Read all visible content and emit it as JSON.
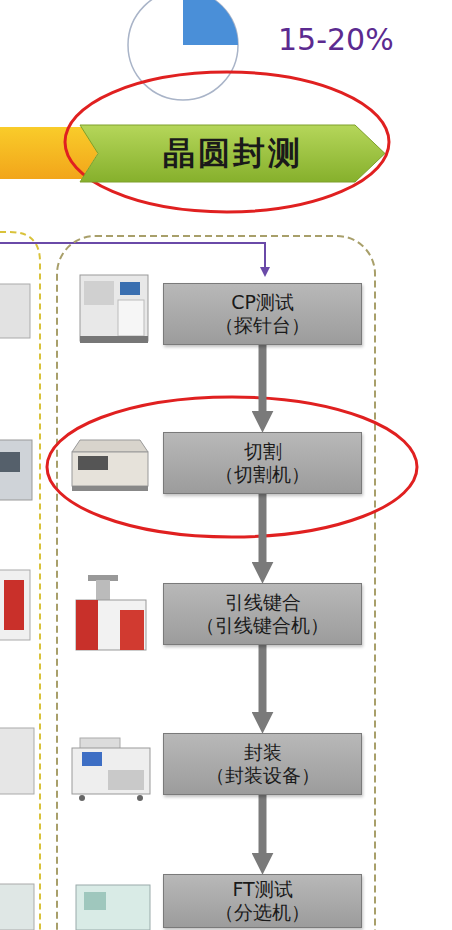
{
  "diagram": {
    "nodes": [
      {
        "text": [
          "晶圆封测"
        ]
      },
      {
        "text": [
          "CP测试",
          "（探针台）"
        ]
      },
      {
        "text": [
          "切割",
          "（切割机）"
        ]
      },
      {
        "text": [
          "引线键合",
          "（引线键合机）"
        ]
      },
      {
        "text": [
          "封装",
          "（封装设备）"
        ]
      },
      {
        "text": [
          "FT测试",
          "（分选机）"
        ]
      }
    ],
    "edges": [
      {
        "from": 1,
        "to": 2,
        "arrow": "to"
      },
      {
        "from": 2,
        "to": 3,
        "arrow": "to"
      },
      {
        "from": 3,
        "to": 4,
        "arrow": "to"
      },
      {
        "from": 4,
        "to": 5,
        "arrow": "to"
      }
    ],
    "labels": [
      "15-20%"
    ]
  }
}
